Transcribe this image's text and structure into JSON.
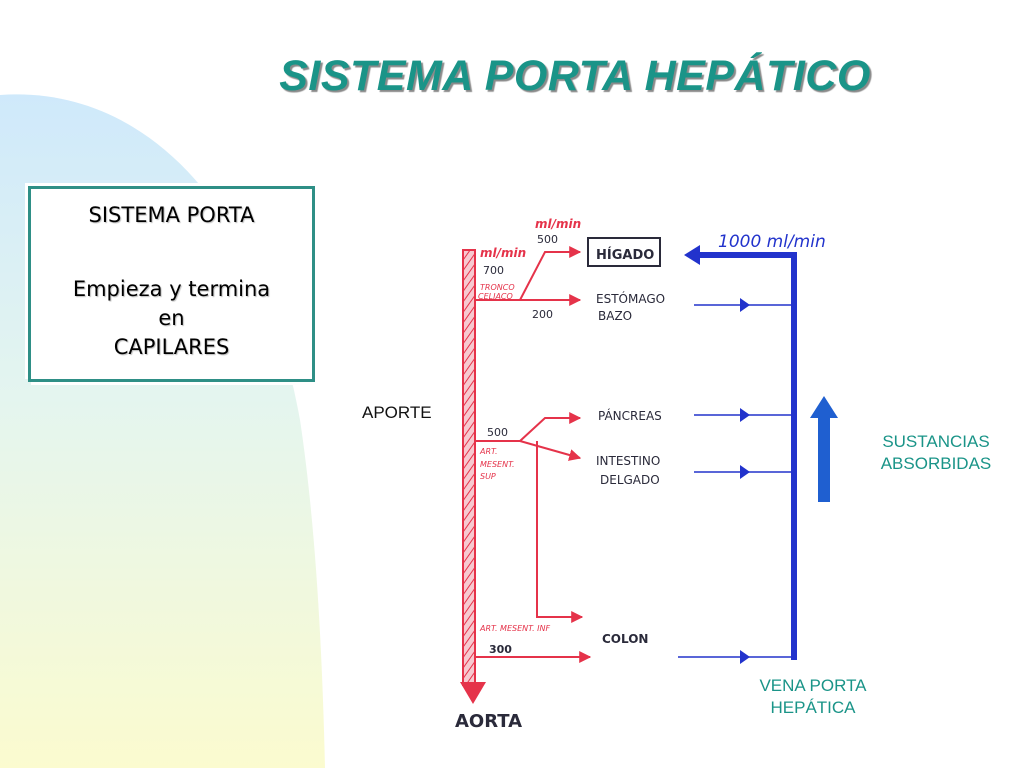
{
  "title": "SISTEMA PORTA HEPÁTICO",
  "info_box": {
    "line1": "SISTEMA PORTA",
    "line2": "Empieza y termina",
    "line3": "en",
    "line4": "CAPILARES"
  },
  "labels": {
    "aporte": "APORTE",
    "sustancias_1": "SUSTANCIAS",
    "sustancias_2": "ABSORBIDAS",
    "vena_1": "VENA PORTA",
    "vena_2": "HEPÁTICA"
  },
  "handwritten": {
    "unit_top": "ml/min",
    "unit_left": "ml/min",
    "flow_hepatic": "500",
    "flow_celiac": "700",
    "celiac_1": "TRONCO",
    "celiac_2": "CELIACO",
    "flow_stomach": "200",
    "flow_mes_sup": "500",
    "mes_sup_1": "ART.",
    "mes_sup_2": "MESENT.",
    "mes_sup_3": "SUP",
    "mes_inf": "ART. MESENT. INF",
    "flow_colon": "300",
    "portal_flow": "1000 ml/min",
    "aorta": "AORTA"
  },
  "organs": {
    "higado": "HÍGADO",
    "estomago": "ESTÓMAGO",
    "bazo": "BAZO",
    "pancreas": "PÁNCREAS",
    "intestino": "INTESTINO",
    "delgado": "DELGADO",
    "colon": "COLON"
  },
  "colors": {
    "title": "#1a9488",
    "box_border": "#2e8f86",
    "artery_red": "#e5334a",
    "vein_blue": "#2233cc",
    "arrow_blue": "#1f5fd0",
    "label_teal": "#1a9488"
  },
  "icons": {
    "aorta_arrow": "down-arrow-icon",
    "absorption_arrow": "up-arrow-icon"
  }
}
